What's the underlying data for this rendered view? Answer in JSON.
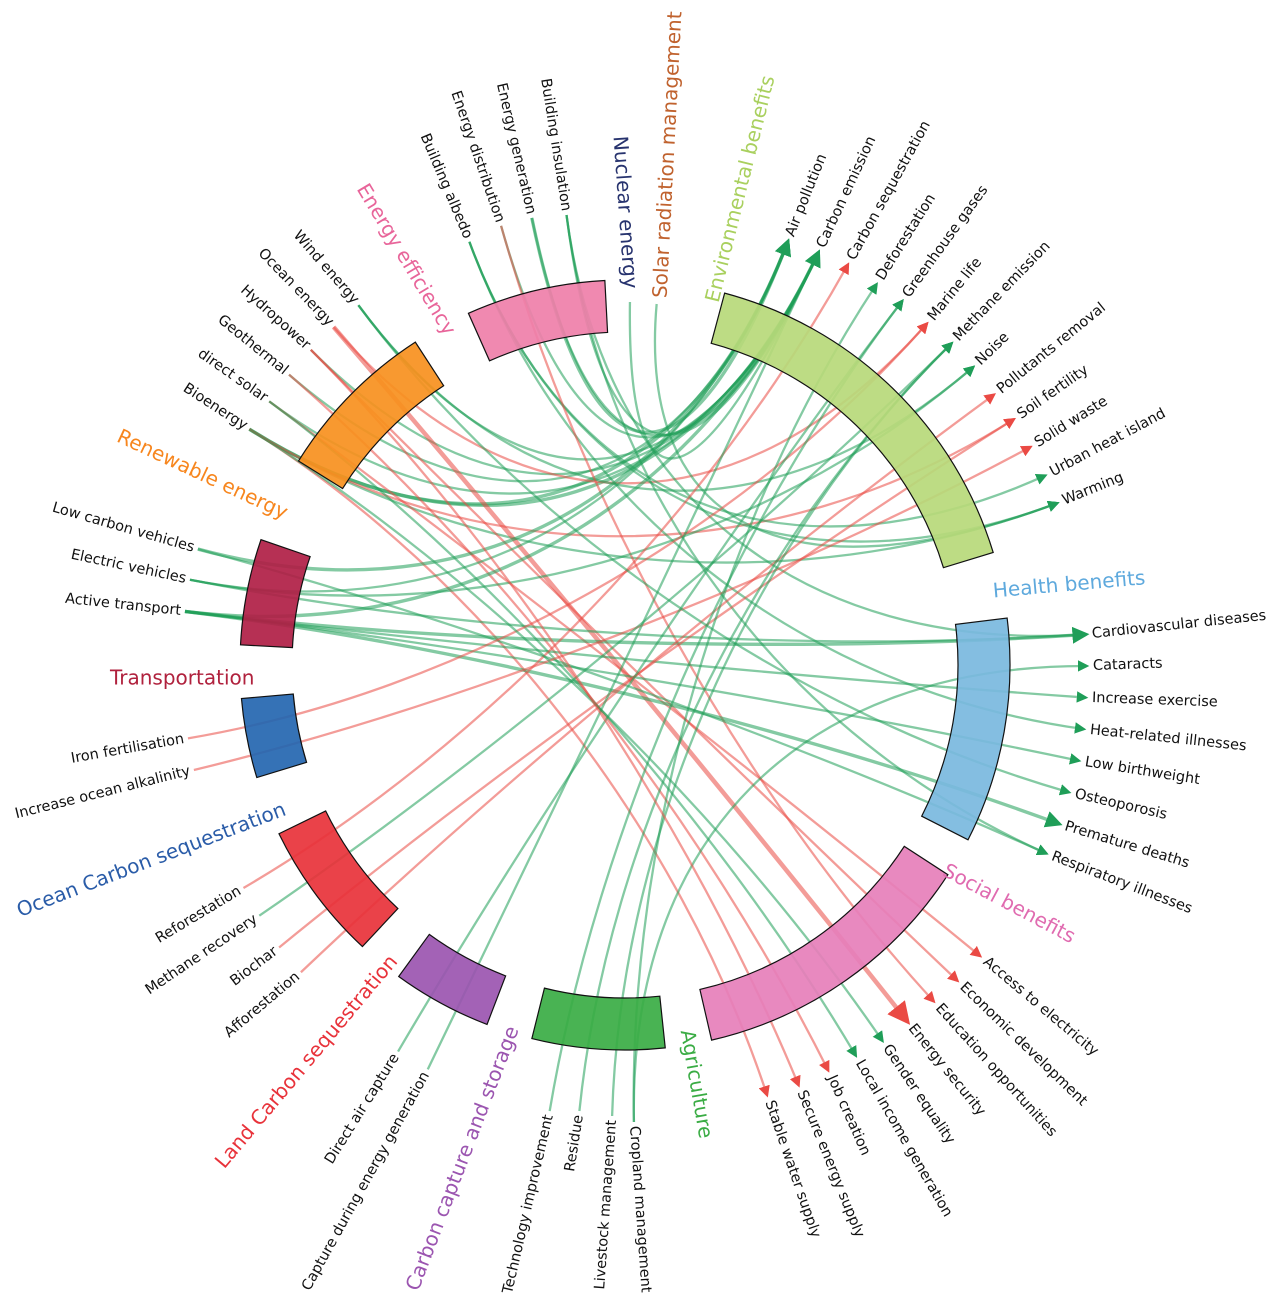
{
  "interventions": [
    {
      "name": "Energy efficiency",
      "color": "#ef7fa9",
      "label_color": "#e8659a",
      "items": [
        "Building albedo",
        "Energy distribution",
        "Energy generation",
        "Building insulation"
      ]
    },
    {
      "name": "Nuclear energy",
      "color": "#27336e",
      "label_color": "#27336e",
      "items": []
    },
    {
      "name": "Solar radiation management",
      "color": "#c0622e",
      "label_color": "#c0622e",
      "items": []
    },
    {
      "name": "Renewable energy",
      "color": "#f7901e",
      "label_color": "#f7861e",
      "items": [
        "Wind energy",
        "Ocean energy",
        "Hydropower",
        "Geothermal",
        "direct solar",
        "Bioenergy"
      ]
    },
    {
      "name": "Transportation",
      "color": "#b01e45",
      "label_color": "#b0213d",
      "items": [
        "Low carbon vehicles",
        "Electric vehicles",
        "Active transport"
      ]
    },
    {
      "name": "Ocean Carbon sequestration",
      "color": "#2466b0",
      "label_color": "#2a5ca8",
      "items": [
        "Iron fertilisation",
        "Increase ocean alkalinity"
      ]
    },
    {
      "name": "Land Carbon sequestration",
      "color": "#e8323a",
      "label_color": "#e8323a",
      "items": [
        "Reforestation",
        "Methane recovery",
        "Biochar",
        "Afforestation"
      ]
    },
    {
      "name": "Carbon capture and storage",
      "color": "#9b55b0",
      "label_color": "#9b55b0",
      "items": [
        "Direct air capture",
        "Capture during energy generation"
      ]
    },
    {
      "name": "Agriculture",
      "color": "#3aac44",
      "label_color": "#3aac44",
      "items": [
        "Technology improvement",
        "Residue",
        "Livestock management",
        "Cropland management"
      ]
    }
  ],
  "benefits": [
    {
      "name": "Environmental benefits",
      "color": "#b7d97a",
      "label_color": "#a9d05e",
      "items": [
        "Air pollution",
        "Carbon emission",
        "Carbon sequestration",
        "Deforestation",
        "Greenhouse gases",
        "Marine life",
        "Methane emission",
        "Noise",
        "Pollutants removal",
        "Soil fertility",
        "Solid waste",
        "Urban heat island",
        "Warming"
      ]
    },
    {
      "name": "Health benefits",
      "color": "#7ab8de",
      "label_color": "#5ea9dd",
      "items": [
        "Cardiovascular diseases",
        "Cataracts",
        "Increase exercise",
        "Heat-related illnesses",
        "Low birthweight",
        "Osteoporosis",
        "Premature deaths",
        "Respiratory illnesses"
      ]
    },
    {
      "name": "Social benefits",
      "color": "#e67fba",
      "label_color": "#e06bb0",
      "items": [
        "Access to electricity",
        "Economic development",
        "Education opportunities",
        "Energy security",
        "Gender equality",
        "Local income generation",
        "Job creation",
        "Secure energy supply",
        "Stable water supply"
      ]
    }
  ],
  "effect_colors": {
    "positive": "#1f9e58",
    "negative": "#ea4a44"
  },
  "links": [
    {
      "from": "Bioenergy",
      "to": "Air pollution",
      "effect": 1,
      "weight": 2
    },
    {
      "from": "Bioenergy",
      "to": "Carbon emission",
      "effect": 1,
      "weight": 2
    },
    {
      "from": "Bioenergy",
      "to": "Warming",
      "effect": 1,
      "weight": 1
    },
    {
      "from": "Bioenergy",
      "to": "Soil fertility",
      "effect": -1,
      "weight": 1
    },
    {
      "from": "Bioenergy",
      "to": "Stable water supply",
      "effect": -1,
      "weight": 1
    },
    {
      "from": "direct solar",
      "to": "Carbon emission",
      "effect": 1,
      "weight": 1
    },
    {
      "from": "direct solar",
      "to": "Access to electricity",
      "effect": -1,
      "weight": 1
    },
    {
      "from": "direct solar",
      "to": "Local income generation",
      "effect": 1,
      "weight": 1
    },
    {
      "from": "Geothermal",
      "to": "Air pollution",
      "effect": 1,
      "weight": 1
    },
    {
      "from": "Geothermal",
      "to": "Job creation",
      "effect": -1,
      "weight": 1
    },
    {
      "from": "Hydropower",
      "to": "Carbon emission",
      "effect": 1,
      "weight": 1
    },
    {
      "from": "Hydropower",
      "to": "Economic development",
      "effect": -1,
      "weight": 1
    },
    {
      "from": "Ocean energy",
      "to": "Energy security",
      "effect": -1,
      "weight": 3
    },
    {
      "from": "Ocean energy",
      "to": "Marine life",
      "effect": -1,
      "weight": 1
    },
    {
      "from": "Wind energy",
      "to": "Carbon emission",
      "effect": 1,
      "weight": 1
    },
    {
      "from": "Wind energy",
      "to": "Noise",
      "effect": 1,
      "weight": 1
    },
    {
      "from": "Building albedo",
      "to": "Urban heat island",
      "effect": 1,
      "weight": 1
    },
    {
      "from": "Building albedo",
      "to": "Warming",
      "effect": 1,
      "weight": 1
    },
    {
      "from": "Building albedo",
      "to": "Heat-related illnesses",
      "effect": 1,
      "weight": 1
    },
    {
      "from": "Energy distribution",
      "to": "Carbon emission",
      "effect": 1,
      "weight": 1
    },
    {
      "from": "Energy distribution",
      "to": "Education opportunities",
      "effect": -1,
      "weight": 1
    },
    {
      "from": "Energy generation",
      "to": "Air pollution",
      "effect": 1,
      "weight": 2
    },
    {
      "from": "Energy generation",
      "to": "Carbon emission",
      "effect": 1,
      "weight": 1
    },
    {
      "from": "Building insulation",
      "to": "Carbon emission",
      "effect": 1,
      "weight": 1
    },
    {
      "from": "Building insulation",
      "to": "Cardiovascular diseases",
      "effect": 1,
      "weight": 1
    },
    {
      "from": "Building insulation",
      "to": "Respiratory illnesses",
      "effect": 1,
      "weight": 1
    },
    {
      "from": "Nuclear energy",
      "to": "Carbon emission",
      "effect": 1,
      "weight": 1
    },
    {
      "from": "Solar radiation management",
      "to": "Warming",
      "effect": 1,
      "weight": 1
    },
    {
      "from": "Low carbon vehicles",
      "to": "Air pollution",
      "effect": 1,
      "weight": 2
    },
    {
      "from": "Low carbon vehicles",
      "to": "Respiratory illnesses",
      "effect": 1,
      "weight": 1
    },
    {
      "from": "Electric vehicles",
      "to": "Air pollution",
      "effect": 1,
      "weight": 1
    },
    {
      "from": "Electric vehicles",
      "to": "Noise",
      "effect": 1,
      "weight": 1
    },
    {
      "from": "Electric vehicles",
      "to": "Cardiovascular diseases",
      "effect": 1,
      "weight": 1
    },
    {
      "from": "Active transport",
      "to": "Carbon emission",
      "effect": 1,
      "weight": 2
    },
    {
      "from": "Active transport",
      "to": "Cardiovascular diseases",
      "effect": 1,
      "weight": 2
    },
    {
      "from": "Active transport",
      "to": "Increase exercise",
      "effect": 1,
      "weight": 1
    },
    {
      "from": "Active transport",
      "to": "Premature deaths",
      "effect": 1,
      "weight": 2
    },
    {
      "from": "Active transport",
      "to": "Low birthweight",
      "effect": 1,
      "weight": 1
    },
    {
      "from": "Iron fertilisation",
      "to": "Marine life",
      "effect": -1,
      "weight": 1
    },
    {
      "from": "Increase ocean alkalinity",
      "to": "Solid waste",
      "effect": -1,
      "weight": 1
    },
    {
      "from": "Reforestation",
      "to": "Carbon sequestration",
      "effect": -1,
      "weight": 1
    },
    {
      "from": "Methane recovery",
      "to": "Methane emission",
      "effect": 1,
      "weight": 1
    },
    {
      "from": "Biochar",
      "to": "Soil fertility",
      "effect": -1,
      "weight": 1
    },
    {
      "from": "Afforestation",
      "to": "Pollutants removal",
      "effect": -1,
      "weight": 1
    },
    {
      "from": "Direct air capture",
      "to": "Greenhouse gases",
      "effect": 1,
      "weight": 1
    },
    {
      "from": "Capture during energy generation",
      "to": "Carbon emission",
      "effect": 1,
      "weight": 1
    },
    {
      "from": "Technology improvement",
      "to": "Greenhouse gases",
      "effect": 1,
      "weight": 1
    },
    {
      "from": "Residue",
      "to": "Methane emission",
      "effect": 1,
      "weight": 1
    },
    {
      "from": "Livestock management",
      "to": "Methane emission",
      "effect": 1,
      "weight": 1
    },
    {
      "from": "Cropland management",
      "to": "Deforestation",
      "effect": 1,
      "weight": 1
    },
    {
      "from": "Cropland management",
      "to": "Cataracts",
      "effect": 1,
      "weight": 1
    },
    {
      "from": "Bioenergy",
      "to": "Gender equality",
      "effect": 1,
      "weight": 1
    },
    {
      "from": "Hydropower",
      "to": "Secure energy supply",
      "effect": -1,
      "weight": 1
    },
    {
      "from": "Wind energy",
      "to": "Osteoporosis",
      "effect": 1,
      "weight": 1
    }
  ]
}
